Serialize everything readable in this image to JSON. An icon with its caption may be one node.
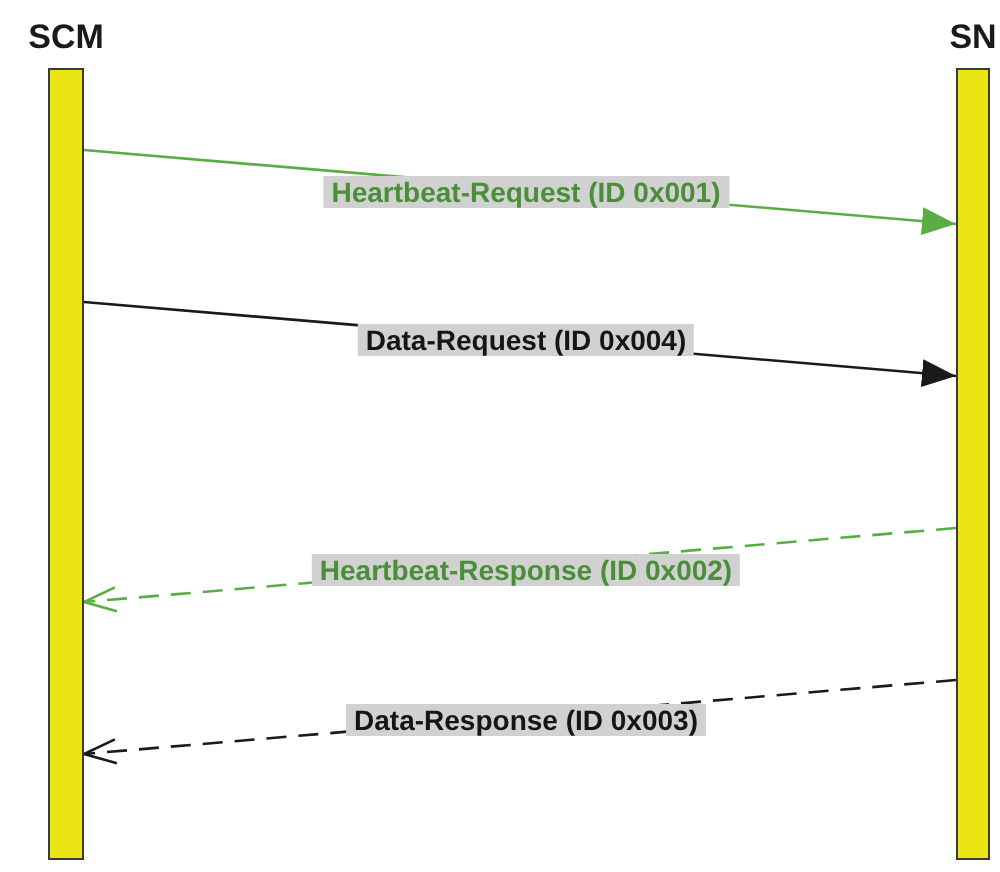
{
  "diagram": {
    "nodes": [
      {
        "text": [
          "SCM"
        ]
      },
      {
        "text": [
          "SN"
        ]
      }
    ],
    "edges": [
      {
        "from": 0,
        "to": 1,
        "arrow": "to",
        "label": "Heartbeat-Request (ID 0x001)",
        "color": "#5aad45"
      },
      {
        "from": 0,
        "to": 1,
        "arrow": "to",
        "label": "Data-Request (ID 0x004)",
        "color": "#1a1a1a"
      },
      {
        "from": 1,
        "to": 0,
        "arrow": "to",
        "label": "Heartbeat-Response (ID 0x002)",
        "style": "dashed",
        "color": "#5aad45"
      },
      {
        "from": 1,
        "to": 0,
        "arrow": "to",
        "label": "Data-Response (ID 0x003)",
        "style": "dashed",
        "color": "#1a1a1a"
      }
    ]
  }
}
